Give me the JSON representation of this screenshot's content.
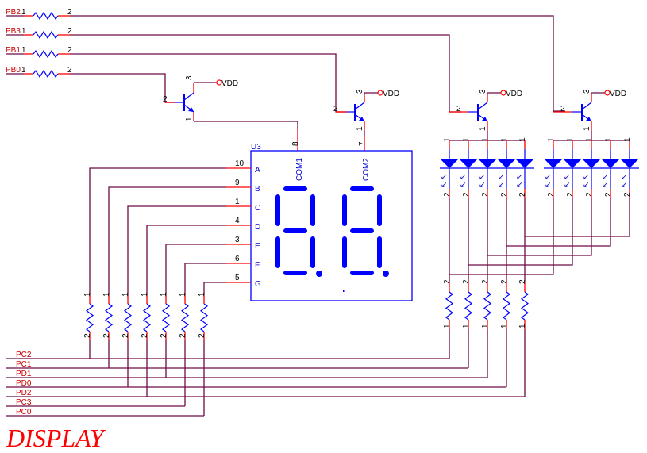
{
  "title": "DISPLAY",
  "colors": {
    "wire": "#6e0c46",
    "pin": "#ff0000",
    "symbol": "#0000ff",
    "net_label": "#cc0000"
  },
  "base_resistors": [
    {
      "net": "PB2",
      "pin1": "1",
      "pin2": "2"
    },
    {
      "net": "PB3",
      "pin1": "1",
      "pin2": "2"
    },
    {
      "net": "PB1",
      "pin1": "1",
      "pin2": "2"
    },
    {
      "net": "PB0",
      "pin1": "1",
      "pin2": "2"
    }
  ],
  "transistors": [
    {
      "base": "2",
      "collector": "3",
      "emitter": "1",
      "supply": "VDD"
    },
    {
      "base": "2",
      "collector": "3",
      "emitter": "1",
      "supply": "VDD"
    },
    {
      "base": "2",
      "collector": "3",
      "emitter": "1",
      "supply": "VDD"
    },
    {
      "base": "2",
      "collector": "3",
      "emitter": "1",
      "supply": "VDD"
    }
  ],
  "display": {
    "ref": "U3",
    "com1_label": "COM1",
    "com2_label": "COM2",
    "com1_pin": "8",
    "com2_pin": "7",
    "segments": [
      {
        "name": "A",
        "pin": "10"
      },
      {
        "name": "B",
        "pin": "9"
      },
      {
        "name": "C",
        "pin": "1"
      },
      {
        "name": "D",
        "pin": "4"
      },
      {
        "name": "E",
        "pin": "3"
      },
      {
        "name": "F",
        "pin": "6"
      },
      {
        "name": "G",
        "pin": "5"
      }
    ]
  },
  "segment_resistors": {
    "pin_top": "1",
    "pin_bottom": "2"
  },
  "led_resistors": {
    "pin_top": "2",
    "pin_bottom": "1"
  },
  "leds": {
    "anode_pin": "1",
    "cathode_pin": "2",
    "groups": 2,
    "per_group": 5
  },
  "port_nets": [
    "PC2",
    "PC1",
    "PD1",
    "PD0",
    "PD2",
    "PC3",
    "PC0"
  ]
}
